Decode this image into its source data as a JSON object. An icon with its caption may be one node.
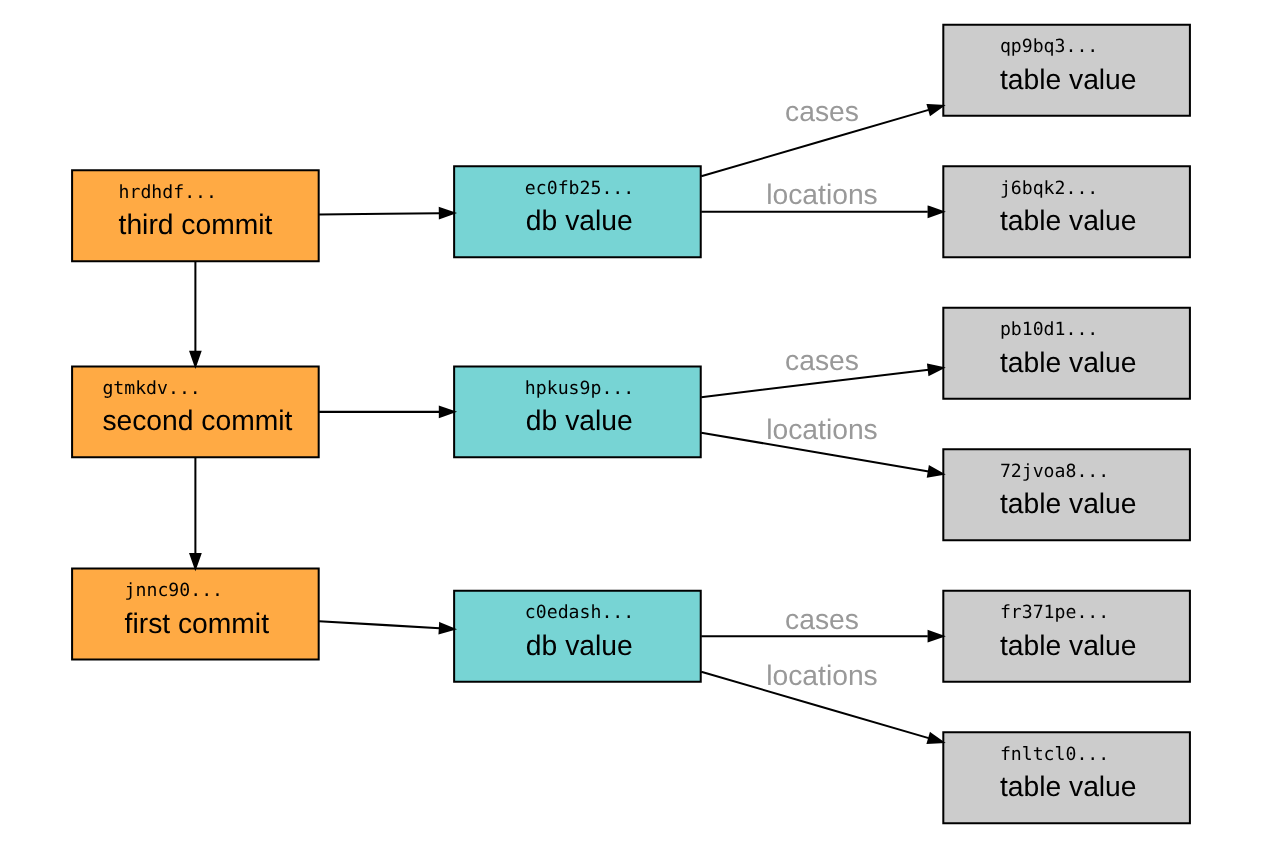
{
  "diagram": {
    "nodes": [
      {
        "text": [
          "hrdhdf...",
          "third commit"
        ]
      },
      {
        "text": [
          "gtmkdv...",
          "second commit"
        ]
      },
      {
        "text": [
          "jnnc90...",
          "first commit"
        ]
      },
      {
        "text": [
          "ec0fb25...",
          "db value"
        ]
      },
      {
        "text": [
          "hpkus9p...",
          "db value"
        ]
      },
      {
        "text": [
          "c0edash...",
          "db value"
        ]
      },
      {
        "text": [
          "qp9bq3...",
          "table value"
        ]
      },
      {
        "text": [
          "j6bqk2...",
          "table value"
        ]
      },
      {
        "text": [
          "pb10d1...",
          "table value"
        ]
      },
      {
        "text": [
          "72jvoa8...",
          "table value"
        ]
      },
      {
        "text": [
          "fr371pe...",
          "table value"
        ]
      },
      {
        "text": [
          "fnltcl0...",
          "table value"
        ]
      }
    ],
    "edges": [
      {
        "from": 0,
        "to": 1,
        "arrow": "to"
      },
      {
        "from": 1,
        "to": 2,
        "arrow": "to"
      },
      {
        "from": 0,
        "to": 3,
        "arrow": "to"
      },
      {
        "from": 1,
        "to": 4,
        "arrow": "to"
      },
      {
        "from": 2,
        "to": 5,
        "arrow": "to"
      },
      {
        "from": 3,
        "to": 6,
        "arrow": "to",
        "label": "cases"
      },
      {
        "from": 3,
        "to": 7,
        "arrow": "to",
        "label": "locations"
      },
      {
        "from": 4,
        "to": 8,
        "arrow": "to",
        "label": "cases"
      },
      {
        "from": 4,
        "to": 9,
        "arrow": "to",
        "label": "locations"
      },
      {
        "from": 5,
        "to": 10,
        "arrow": "to",
        "label": "cases"
      },
      {
        "from": 5,
        "to": 11,
        "arrow": "to",
        "label": "locations"
      }
    ]
  }
}
